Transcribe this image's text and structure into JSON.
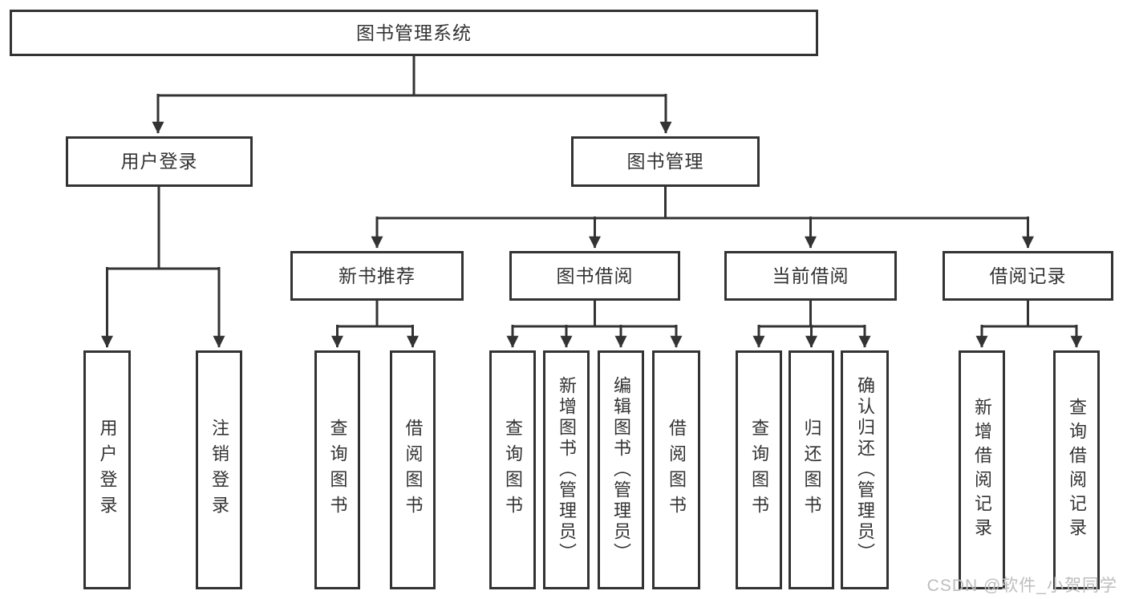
{
  "tree": {
    "root": {
      "label": "图书管理系统"
    },
    "branches": [
      {
        "label": "用户登录",
        "children": [
          {
            "label": "用户登录"
          },
          {
            "label": "注销登录"
          }
        ]
      },
      {
        "label": "图书管理",
        "children": [
          {
            "label": "新书推荐",
            "children": [
              {
                "label": "查询图书"
              },
              {
                "label": "借阅图书"
              }
            ]
          },
          {
            "label": "图书借阅",
            "children": [
              {
                "label": "查询图书"
              },
              {
                "label": "新增图书（管理员）"
              },
              {
                "label": "编辑图书（管理员）"
              },
              {
                "label": "借阅图书"
              }
            ]
          },
          {
            "label": "当前借阅",
            "children": [
              {
                "label": "查询图书"
              },
              {
                "label": "归还图书"
              },
              {
                "label": "确认归还（管理员）"
              }
            ]
          },
          {
            "label": "借阅记录",
            "children": [
              {
                "label": "新增借阅记录"
              },
              {
                "label": "查询借阅记录"
              }
            ]
          }
        ]
      }
    ]
  },
  "watermark": {
    "text": "CSDN @软件_小贺同学"
  },
  "colors": {
    "line": "#333333",
    "box_border": "#333333",
    "text": "#333333",
    "background": "#ffffff",
    "watermark": "#bdbdbd"
  }
}
